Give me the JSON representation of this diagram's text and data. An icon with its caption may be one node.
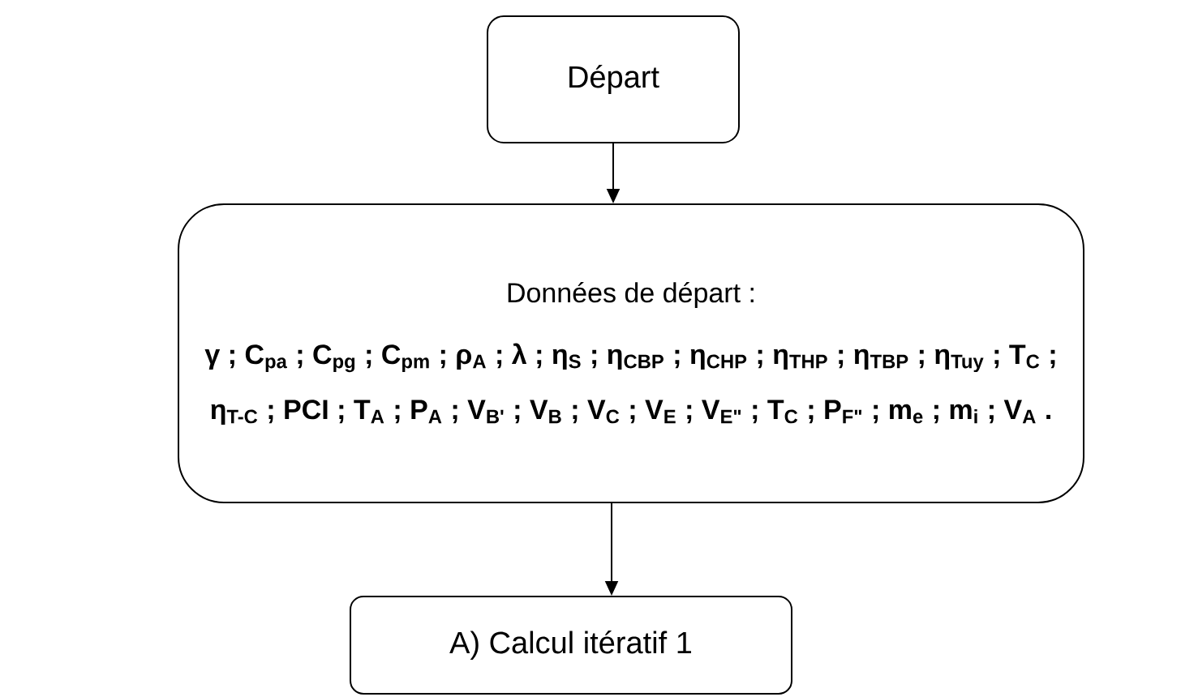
{
  "diagram": {
    "nodes": [
      {
        "text": [
          "Départ"
        ]
      },
      {
        "text": [
          "Données de départ :",
          "γ ; C$_{pa}$ ; C$_{pg}$ ; C$_{pm}$ ; ρ$_{A}$ ; λ ; η$_{S}$ ; η$_{CBP}$ ; η$_{CHP}$ ; η$_{THP}$ ; η$_{TBP}$ ; η$_{Tuy}$ ; T$_{C}$ ; η$_{T-C}$ ; PCI ; T$_{A}$ ; P$_{A}$ ; V$_{B'}$ ; V$_{B}$ ; V$_{C}$ ; V$_{E}$ ; V$_{E\"}$ ; T$_{C}$ ; P$_{F\"}$ ; m$_{e}$ ; m$_{i}$ ; V$_{A}$ ."
        ]
      },
      {
        "text": [
          "A)  Calcul itératif 1"
        ]
      }
    ],
    "edges": [
      {
        "from": 0,
        "to": 1,
        "arrow": "to"
      },
      {
        "from": 1,
        "to": 2,
        "arrow": "to"
      }
    ]
  }
}
